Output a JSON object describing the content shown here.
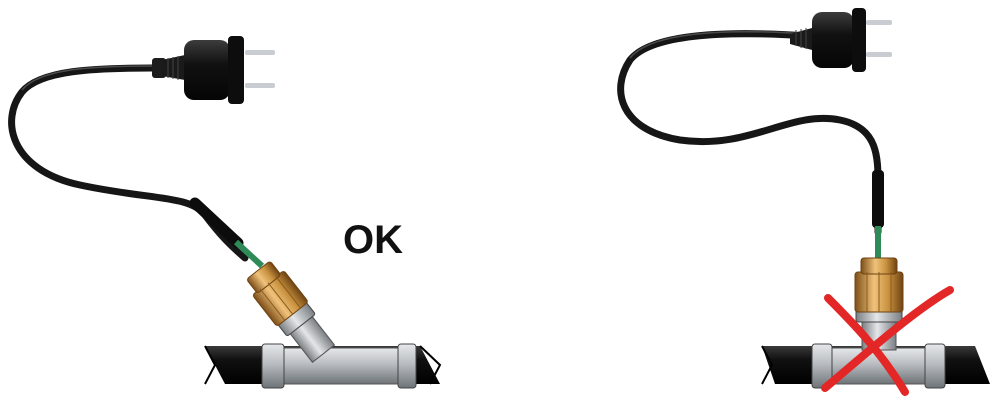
{
  "labels": {
    "ok": "OK"
  },
  "colors": {
    "cable": "#161616",
    "cable_highlight": "#4a4a4a",
    "wire_green": "#2e8b57",
    "brass": "#c8913f",
    "brass_dark": "#8a5a1e",
    "steel": "#b8bcc0",
    "steel_dark": "#6e7377",
    "pipe": "#1a1a1a",
    "prong": "#c9ccd0",
    "cross_red": "#e32626"
  },
  "panels": [
    {
      "name": "correct-installation",
      "fitting": "angled",
      "marked": "ok"
    },
    {
      "name": "wrong-installation",
      "fitting": "straight-tee",
      "marked": "crossed-out"
    }
  ]
}
